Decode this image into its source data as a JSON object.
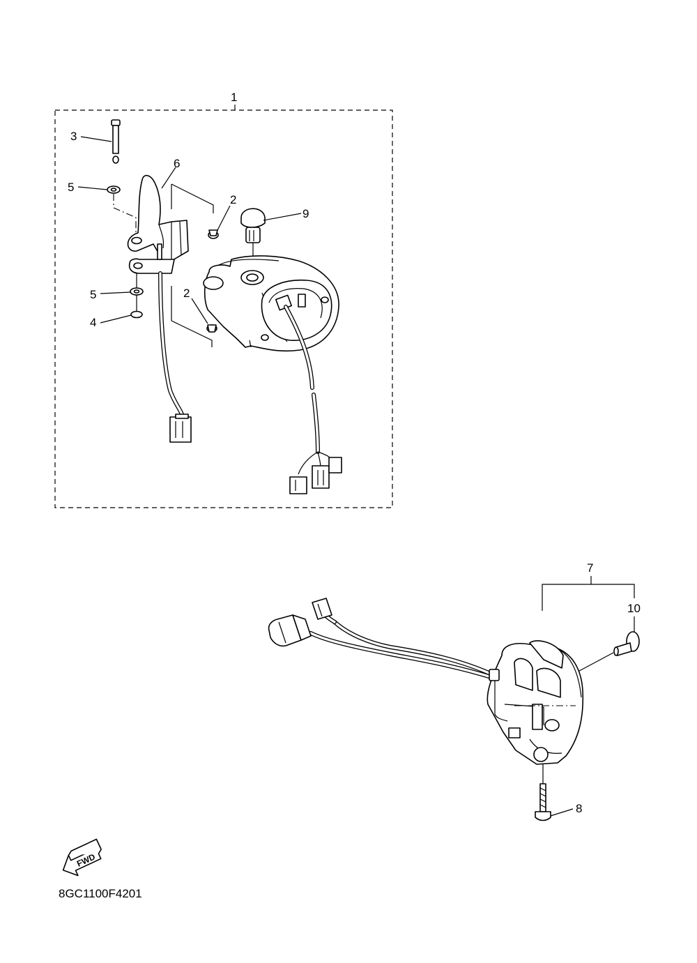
{
  "diagram": {
    "drawing_code": "8GC1100F4201",
    "fwd_label": "FWD",
    "callouts": [
      "1",
      "2",
      "2",
      "3",
      "4",
      "5",
      "5",
      "6",
      "7",
      "8",
      "9",
      "10"
    ]
  }
}
